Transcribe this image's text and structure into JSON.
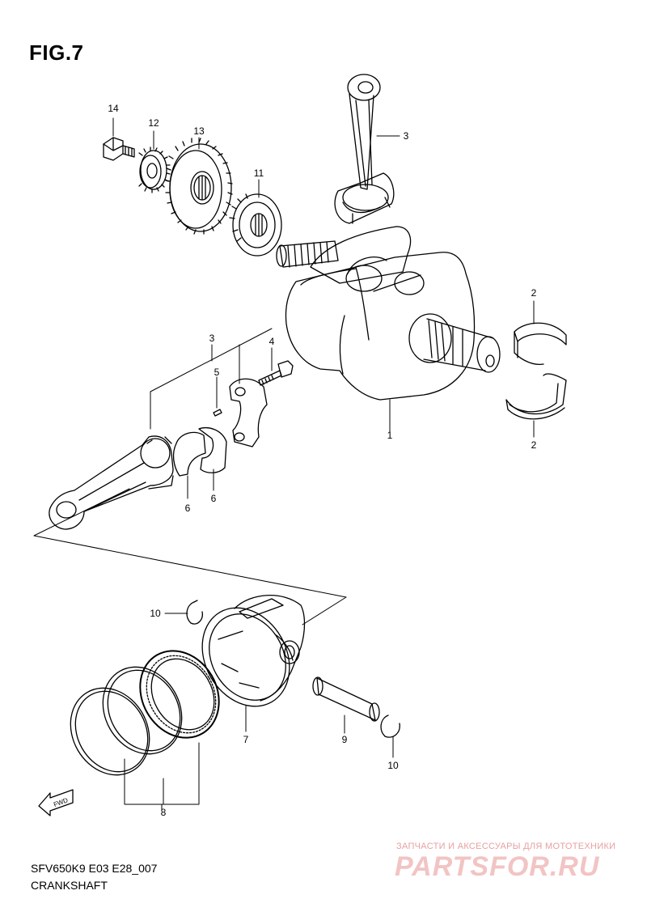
{
  "figure": {
    "title": "FIG.7"
  },
  "footer": {
    "model_code": "SFV650K9 E03 E28_007",
    "section_title": "CRANKSHAFT"
  },
  "watermark": {
    "subtitle": "ЗАПЧАСТИ И АКСЕССУАРЫ ДЛЯ МОТОТЕХНИКИ",
    "brand": "PARTSFOR.RU"
  },
  "fwd_label": "FWD",
  "callouts": {
    "n14": "14",
    "n12": "12",
    "n13": "13",
    "n11": "11",
    "n3_top": "3",
    "n2_top": "2",
    "n2_bottom": "2",
    "n1": "1",
    "n3_group": "3",
    "n4": "4",
    "n5": "5",
    "n6_left": "6",
    "n6_right": "6",
    "n10_left": "10",
    "n7": "7",
    "n9": "9",
    "n10_right": "10",
    "n8": "8"
  }
}
